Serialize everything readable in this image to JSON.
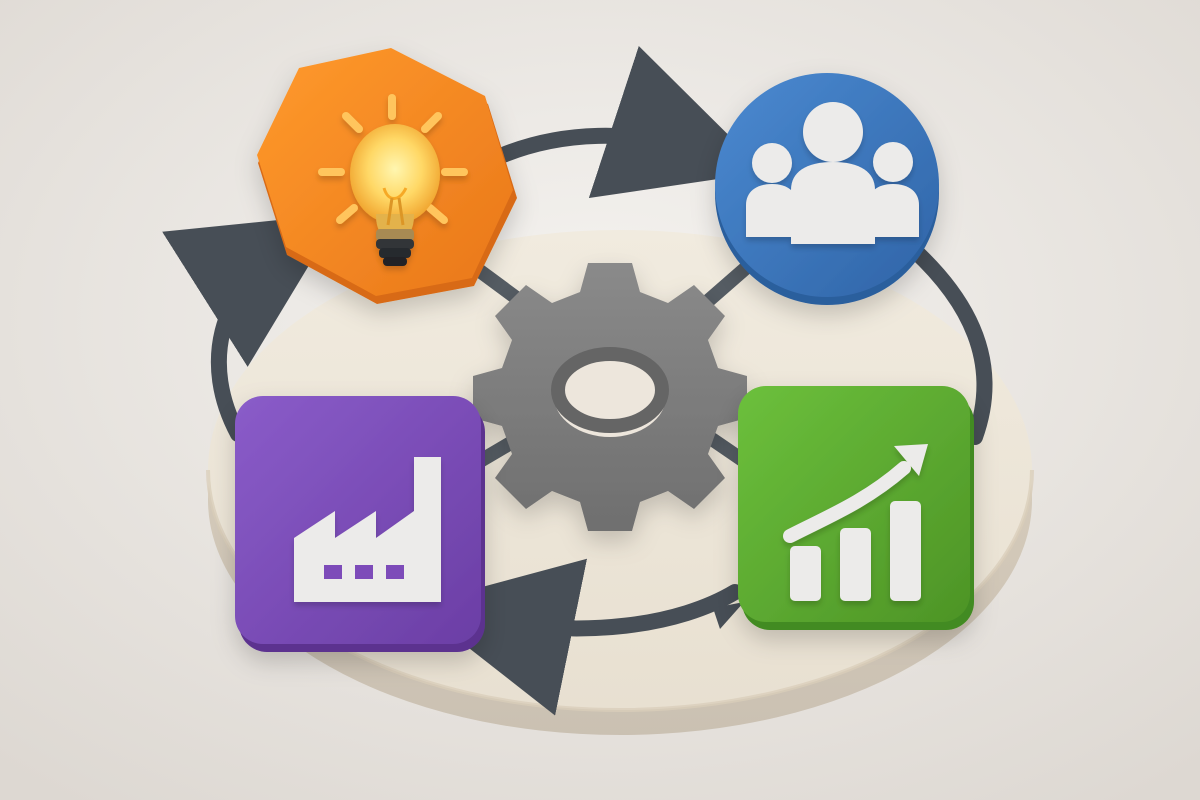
{
  "scene": {
    "type": "process-cycle-illustration",
    "background": "#e9e6e2",
    "base_platform": {
      "shape": "round-disc",
      "color": "#eee8dc"
    },
    "center": {
      "icon": "gear-icon",
      "color": "#7d7d7d"
    },
    "nodes": [
      {
        "id": "idea",
        "shape": "hexagon",
        "icon": "lightbulb-icon",
        "color": "#f28a1e",
        "icon_color": "#ffd76a"
      },
      {
        "id": "team",
        "shape": "circle",
        "icon": "people-icon",
        "color": "#3873ba",
        "icon_color": "#ecebea"
      },
      {
        "id": "growth",
        "shape": "rounded-square",
        "icon": "growth-chart-icon",
        "color": "#5ba52f",
        "icon_color": "#ecebea"
      },
      {
        "id": "production",
        "shape": "rounded-square",
        "icon": "factory-icon",
        "color": "#7a4ab5",
        "icon_color": "#ecebea"
      }
    ],
    "connections": [
      {
        "from": "idea",
        "to": "team",
        "style": "curved-arrow"
      },
      {
        "from": "team",
        "to": "growth",
        "style": "curved-arrow"
      },
      {
        "from": "growth",
        "to": "production",
        "style": "double-arrow"
      },
      {
        "from": "production",
        "to": "idea",
        "style": "curved-arrow"
      }
    ],
    "arrow_color": "#474e56"
  }
}
